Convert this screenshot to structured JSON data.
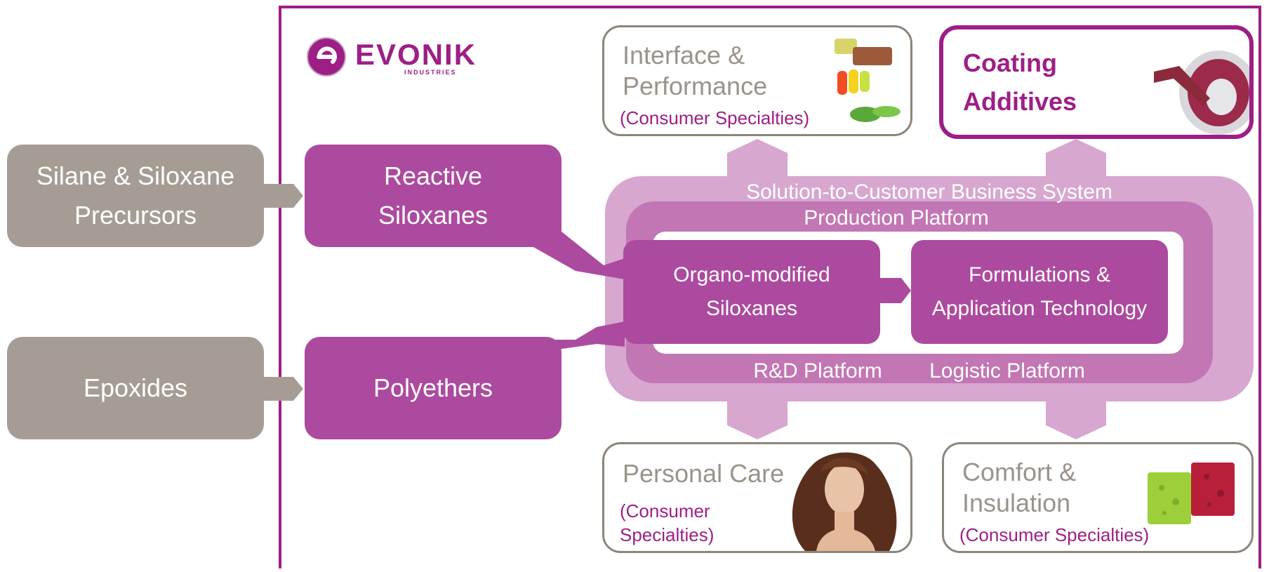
{
  "logo": {
    "name": "EVONIK",
    "subtitle": "INDUSTRIES"
  },
  "precursors": {
    "silane": [
      "Silane & Siloxane",
      "Precursors"
    ],
    "epoxides": "Epoxides"
  },
  "intermediates": {
    "reactive_siloxanes": [
      "Reactive",
      "Siloxanes"
    ],
    "polyethers": "Polyethers"
  },
  "platform": {
    "outer_label": "Solution-to-Customer Business System",
    "production_label": "Production Platform",
    "rnd_label": "R&D Platform",
    "logistic_label": "Logistic Platform",
    "organo": [
      "Organo-modified",
      "Siloxanes"
    ],
    "formulations": [
      "Formulations &",
      "Application Technology"
    ]
  },
  "markets": {
    "interface": {
      "title": [
        "Interface &",
        "Performance"
      ],
      "sub": "(Consumer Specialties)"
    },
    "coating": {
      "title": [
        "Coating",
        "Additives"
      ]
    },
    "personal_care": {
      "title": "Personal Care",
      "sub": [
        "(Consumer",
        "Specialties)"
      ]
    },
    "comfort": {
      "title": [
        "Comfort &",
        "Insulation"
      ],
      "sub": "(Consumer Specialties)"
    }
  },
  "colors": {
    "brand_purple": "#9d1f86",
    "box_purple": "#ac4a9f",
    "grey": "#a59d94",
    "platform_light": "#d7a7cf",
    "platform_mid": "#c276b4"
  }
}
